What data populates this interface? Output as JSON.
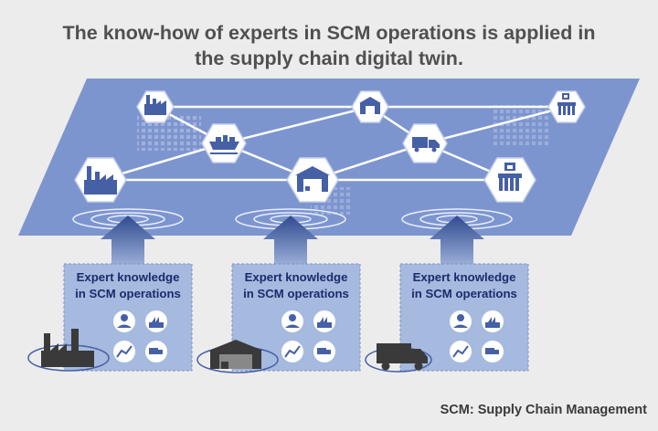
{
  "title": {
    "line1": "The know-how of experts in SCM operations is applied in",
    "line2": "the supply chain digital twin."
  },
  "panels": [
    {
      "line1": "Expert knowledge",
      "line2": "in SCM operations",
      "facility_icon": "factory-icon"
    },
    {
      "line1": "Expert knowledge",
      "line2": "in SCM operations",
      "facility_icon": "warehouse-icon"
    },
    {
      "line1": "Expert knowledge",
      "line2": "in SCM operations",
      "facility_icon": "truck-icon"
    }
  ],
  "panel_icons": [
    "worker-icon",
    "factory-icon",
    "analytics-icon",
    "truck-icon"
  ],
  "twin_nodes": [
    "factory-icon",
    "factory-icon",
    "ship-icon",
    "warehouse-icon",
    "warehouse-icon",
    "truck-icon",
    "store-icon",
    "store-icon"
  ],
  "footnote": "SCM: Supply Chain Management",
  "colors": {
    "background": "#ececec",
    "plane": "#7d95cf",
    "panel": "#a6b9de",
    "hexagon": "#ffffff",
    "icon": "#4660a6",
    "title": "#505050",
    "panel_text": "#1a2c6b"
  }
}
